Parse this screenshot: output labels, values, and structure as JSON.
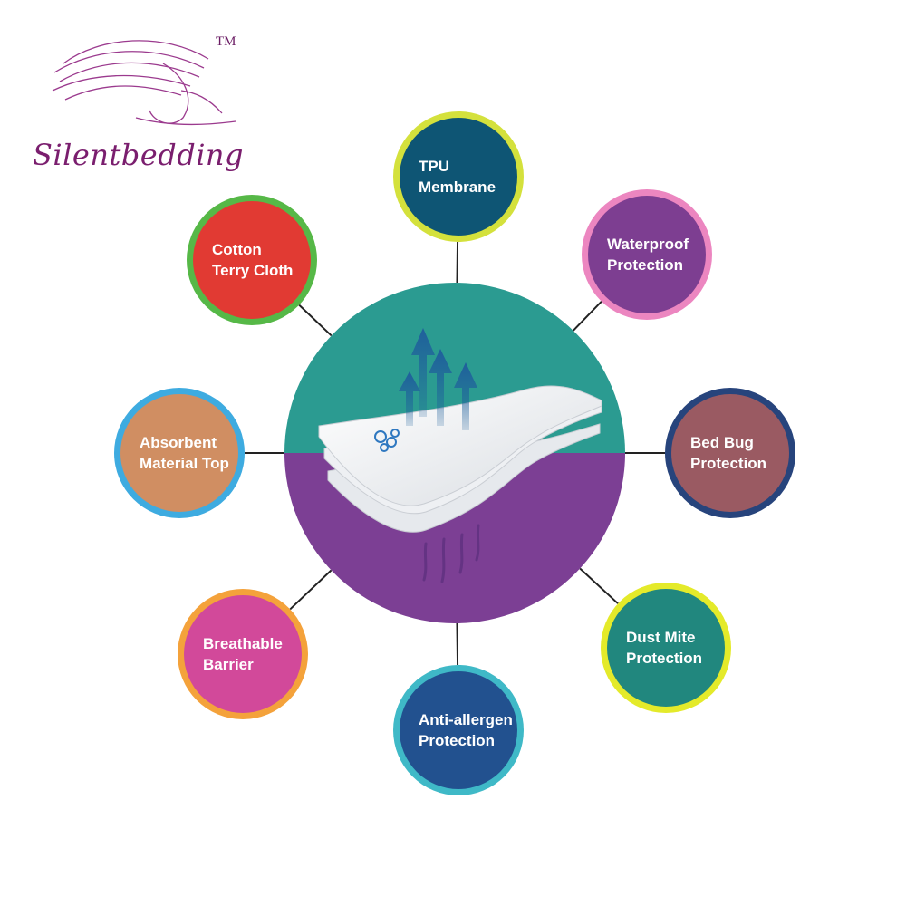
{
  "brand": {
    "name": "Silentbedding",
    "trademark": "TM",
    "color": "#7a1e6e"
  },
  "center": {
    "top_color": "#2b9b91",
    "bottom_color": "#7c3f94",
    "icon": "layered-fabric-with-airflow-arrows"
  },
  "features": [
    {
      "label": "TPU\nMembrane",
      "fill": "#0e5574",
      "ring": "#d4e13c"
    },
    {
      "label": "Waterproof\nProtection",
      "fill": "#7d3e91",
      "ring": "#ec86c0"
    },
    {
      "label": "Bed Bug\nProtection",
      "fill": "#9a5a62",
      "ring": "#27447c"
    },
    {
      "label": "Dust Mite\nProtection",
      "fill": "#21877e",
      "ring": "#e4ea2a"
    },
    {
      "label": "Anti-allergen\nProtection",
      "fill": "#22518f",
      "ring": "#3fb9c7"
    },
    {
      "label": "Breathable\nBarrier",
      "fill": "#d2499a",
      "ring": "#f4a23b"
    },
    {
      "label": "Absorbent\nMaterial Top",
      "fill": "#d08e62",
      "ring": "#3eabe0"
    },
    {
      "label": "Cotton\nTerry Cloth",
      "fill": "#e13a33",
      "ring": "#56b847"
    }
  ]
}
